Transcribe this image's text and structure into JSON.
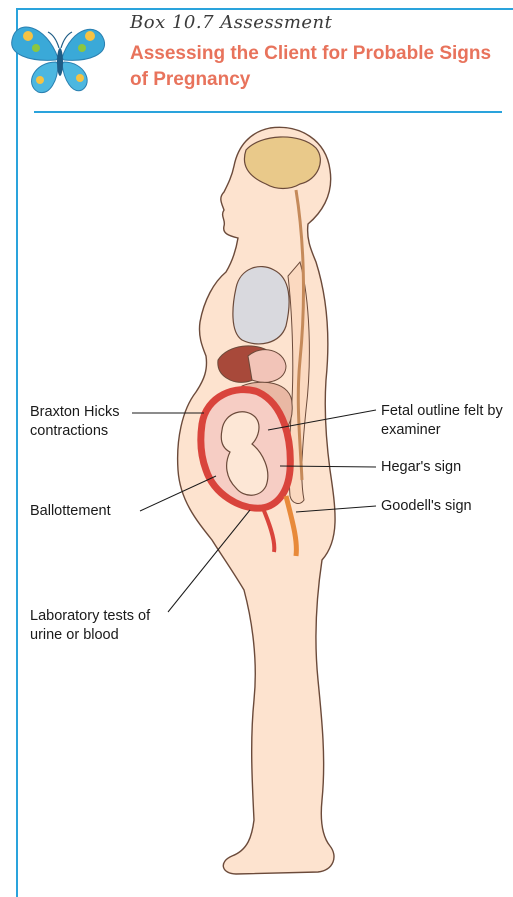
{
  "header": {
    "box_label": "Box 10.7 Assessment",
    "title": "Assessing the Client for Probable Signs of Pregnancy"
  },
  "labels": {
    "braxton_hicks": "Braxton Hicks contractions",
    "ballottement": "Ballottement",
    "lab_tests": "Laboratory tests of urine or blood",
    "fetal_outline": "Fetal outline felt by examiner",
    "hegars_sign": "Hegar's sign",
    "goodells_sign": "Goodell's sign"
  },
  "colors": {
    "accent_blue": "#2aa3dc",
    "title_orange": "#e8735c",
    "skin": "#fde3cf",
    "uterus": "#d9443c"
  }
}
